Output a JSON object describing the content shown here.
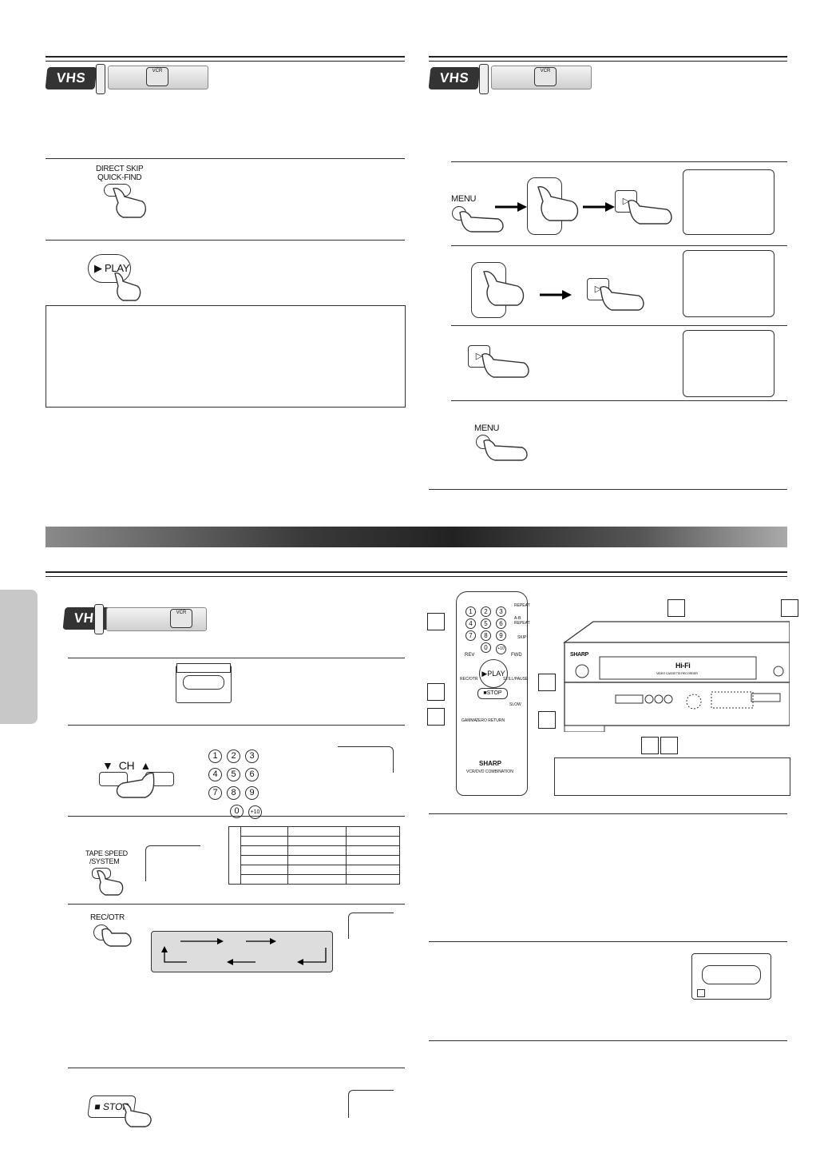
{
  "badges": {
    "vhs": "VHS",
    "vcr": "VCR"
  },
  "buttons": {
    "direct_skip": "DIRECT SKIP",
    "quick_find": "QUICK-FIND",
    "play": "PLAY",
    "menu": "MENU",
    "stop": "STOP",
    "ch": "CH",
    "tape_speed": "TAPE SPEED",
    "system": "/SYSTEM",
    "rec_otr": "REC/OTR"
  },
  "keypad": [
    "1",
    "2",
    "3",
    "4",
    "5",
    "6",
    "7",
    "8",
    "9",
    "0",
    "+10"
  ],
  "remote": {
    "rev": "REV",
    "fwd": "FWD",
    "play": "PLAY",
    "stop": "STOP",
    "still_pause": "STILL/PAUSE",
    "rec_otr": "REC/OTR",
    "repeat": "REPEAT",
    "a_b_repeat": "A-B REPEAT",
    "skip": "SKIP",
    "gamma": "GAMMA",
    "zero_return": "ZERO RETURN",
    "slow": "SLOW",
    "brand": "SHARP",
    "model": "VCR/DVD COMBINATION"
  },
  "device": {
    "brand": "SHARP",
    "hifi": "Hi-Fi",
    "deck_text": "VIDEO CASSETTE RECORDER"
  },
  "colors": {
    "band_dark": "#222222",
    "tab_grey": "#c8c8c8"
  }
}
